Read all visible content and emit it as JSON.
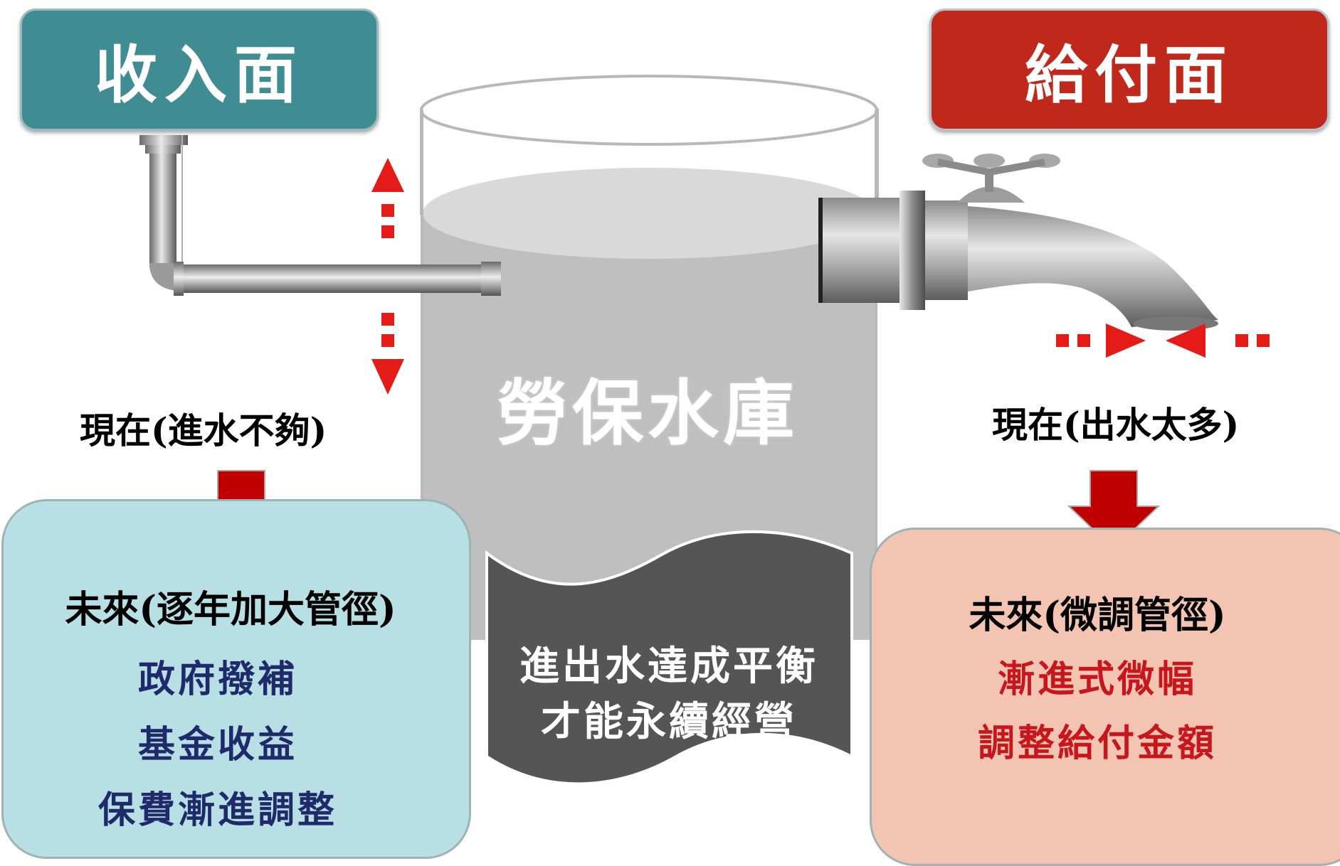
{
  "income_header": "收入面",
  "benefit_header": "給付面",
  "tank_label": "勞保水庫",
  "left_status": "現在(進水不夠)",
  "right_status": "現在(出水太多)",
  "left_box": {
    "title": "未來(逐年加大管徑)",
    "items": [
      "政府撥補",
      "基金收益",
      "保費漸進調整"
    ]
  },
  "right_box": {
    "title": "未來(微調管徑)",
    "items": [
      "漸進式微幅",
      "調整給付金額"
    ]
  },
  "banner": {
    "lines": [
      "進出水達成平衡",
      "才能永續經營"
    ]
  },
  "colors": {
    "income_header": "#3f8c92",
    "benefit_header": "#c0281c",
    "left_box_bg": "#b8e0e4",
    "right_box_bg": "#f4c4b2",
    "left_items_text": "#1f2a6b",
    "right_items_text": "#c8161d",
    "arrow_red": "#e41b17",
    "down_arrow_dark_red": "#c00000"
  }
}
